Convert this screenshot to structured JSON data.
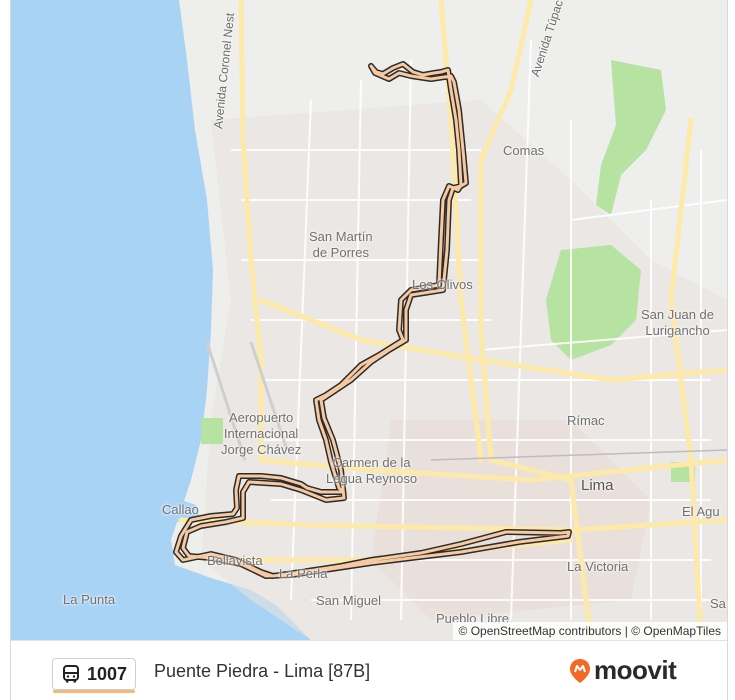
{
  "map": {
    "places": [
      {
        "id": "comas",
        "text": "Comas"
      },
      {
        "id": "smp1",
        "text": "San Martín"
      },
      {
        "id": "smp2",
        "text": "de Porres"
      },
      {
        "id": "olivos",
        "text": "Los Olivos"
      },
      {
        "id": "sjl1",
        "text": "San Juan de"
      },
      {
        "id": "sjl2",
        "text": "Lurigancho"
      },
      {
        "id": "aero1",
        "text": "Aeropuerto"
      },
      {
        "id": "aero2",
        "text": "Internacional"
      },
      {
        "id": "aero3",
        "text": "Jorge Chávez"
      },
      {
        "id": "rimac",
        "text": "Rímac"
      },
      {
        "id": "carmen1",
        "text": "Carmen de la"
      },
      {
        "id": "carmen2",
        "text": "Legua Reynoso"
      },
      {
        "id": "lima",
        "text": "Lima"
      },
      {
        "id": "agustino",
        "text": "El Agu"
      },
      {
        "id": "callao",
        "text": "Callao"
      },
      {
        "id": "bellavista",
        "text": "Bellavista"
      },
      {
        "id": "perla",
        "text": "La Perla"
      },
      {
        "id": "victoria",
        "text": "La Victoria"
      },
      {
        "id": "punta",
        "text": "La Punta"
      },
      {
        "id": "miguel",
        "text": "San Miguel"
      },
      {
        "id": "pueblo",
        "text": "Pueblo Libre"
      },
      {
        "id": "sa",
        "text": "Sa"
      }
    ],
    "streets": [
      {
        "id": "coronel",
        "text": "Avenida Coronel Nest"
      },
      {
        "id": "tupac",
        "text": "Avenida Túpac"
      }
    ],
    "attribution": "© OpenStreetMap contributors | © OpenMapTiles",
    "colors": {
      "water": "#a9d3f5",
      "land": "#eeeeec",
      "green": "#b6e3a1",
      "road": "#fde9a8",
      "route": "#f6c9a0"
    }
  },
  "footer": {
    "route_number": "1007",
    "route_name": "Puente Piedra - Lima [87B]",
    "brand": "moovit",
    "bus_icon": "bus-icon",
    "brand_icon": "moovit-pin-icon"
  }
}
